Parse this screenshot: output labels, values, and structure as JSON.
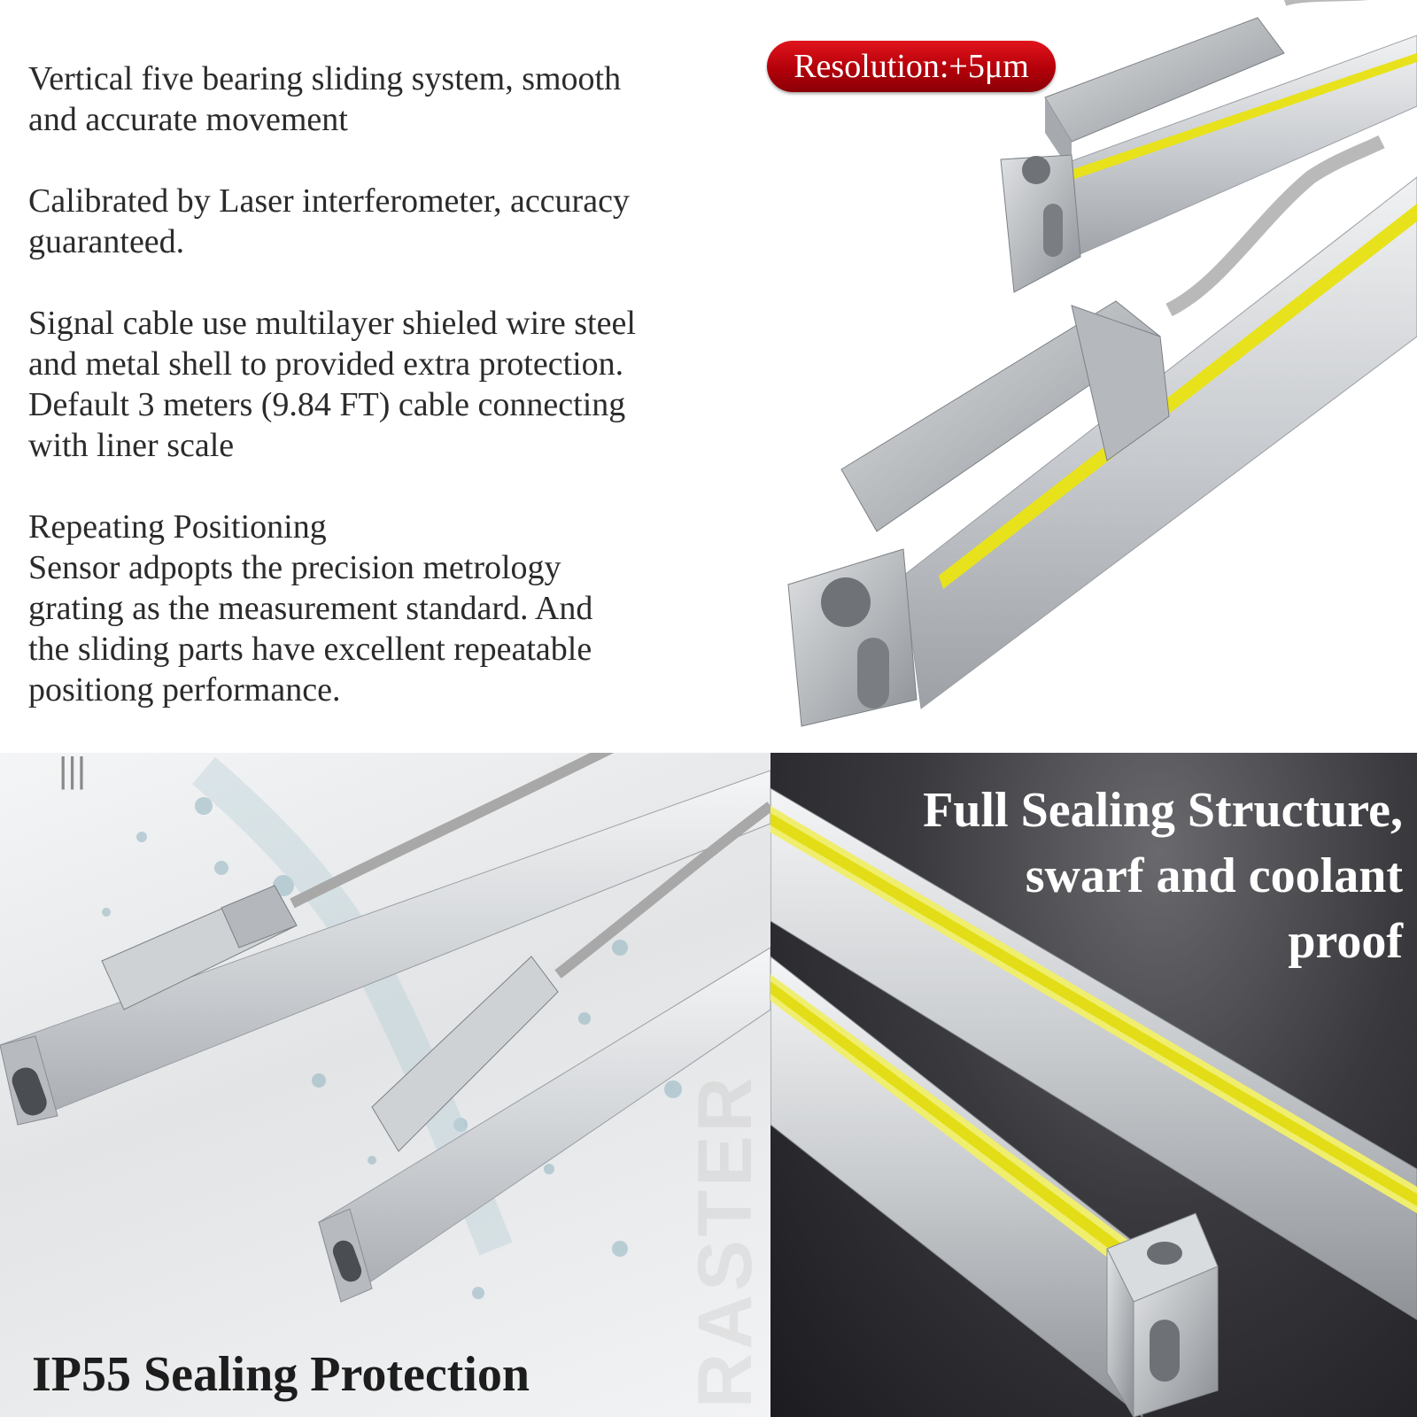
{
  "features": [
    "Vertical five bearing sliding system, smooth\nand accurate movement",
    "Calibrated by Laser interferometer, accuracy\nguaranteed.",
    "Signal cable use multilayer shieled wire steel\nand metal shell to provided extra protection.\nDefault 3 meters (9.84 FT) cable connecting\nwith liner scale",
    "Repeating Positioning\nSensor adpopts the precision metrology\ngrating as the measurement standard. And\nthe sliding parts have excellent repeatable\npositiong performance."
  ],
  "resolution_badge": "Resolution:+5μm",
  "ip55_panel": {
    "title": "IP55 Sealing Protection",
    "tick": "|||",
    "watermark": "RASTER"
  },
  "sealing_panel": {
    "title": "Full Sealing Structure,\nswarf and coolant\nproof"
  },
  "colors": {
    "badge_red": "#c8000c",
    "scale_yellow": "#e8e21c",
    "aluminium": "#c9ccd0",
    "text_dark": "#2b2b2b"
  }
}
